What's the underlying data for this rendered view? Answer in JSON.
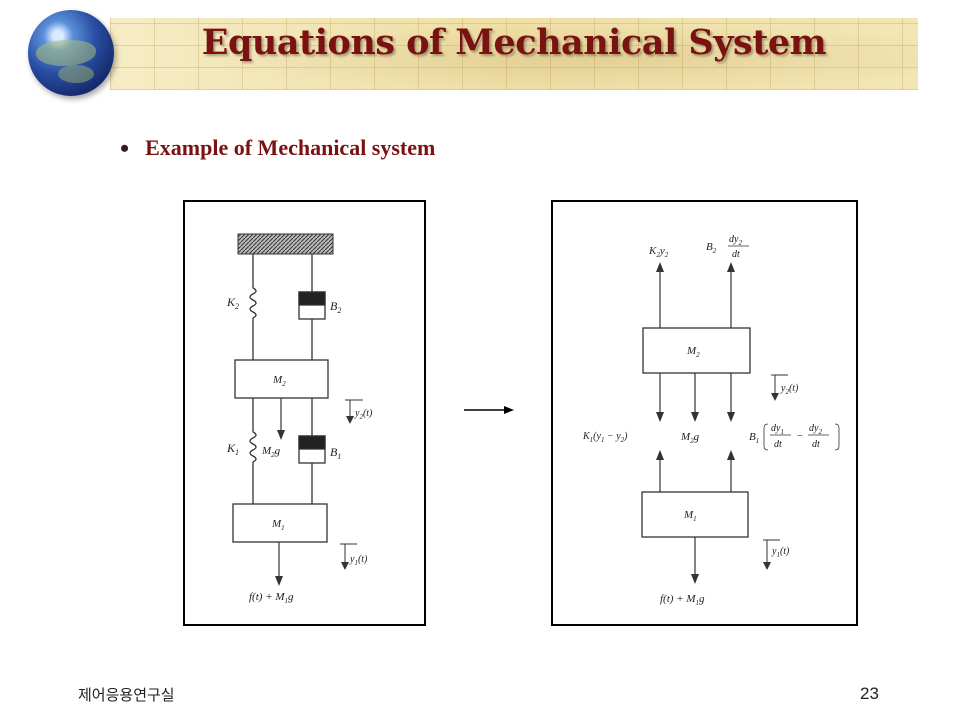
{
  "slide": {
    "title": "Equations of Mechanical System",
    "bullet": "Example of  Mechanical system",
    "footer_left": "제어응용연구실",
    "page_number": "23"
  },
  "left_diagram": {
    "spring_top": "K",
    "spring_top_sub": "2",
    "damper_top": "B",
    "damper_top_sub": "2",
    "mass_top": "M",
    "mass_top_sub": "2",
    "disp_top": "y",
    "disp_top_sub": "2",
    "disp_top_arg": "(t)",
    "spring_bottom": "K",
    "spring_bottom_sub": "1",
    "weight_m2": "M",
    "weight_m2_sub": "2",
    "weight_m2_g": "g",
    "damper_bottom": "B",
    "damper_bottom_sub": "1",
    "mass_bottom": "M",
    "mass_bottom_sub": "1",
    "disp_bottom": "y",
    "disp_bottom_sub": "1",
    "disp_bottom_arg": "(t)",
    "force": "f(t) + M",
    "force_sub": "1",
    "force_g": "g"
  },
  "right_diagram": {
    "spring_force": "K",
    "spring_force_sub": "2",
    "spring_force_y": "y",
    "spring_force_y_sub": "2",
    "damper_force": "B",
    "damper_force_sub": "2",
    "damper_frac_num": "dy",
    "damper_frac_num_sub": "2",
    "damper_frac_den": "dt",
    "mass_top": "M",
    "mass_top_sub": "2",
    "disp_top": "y",
    "disp_top_sub": "2",
    "disp_top_arg": "(t)",
    "k1_term": "K",
    "k1_sub": "1",
    "k1_paren": "(y",
    "k1_y1_sub": "1",
    "k1_minus": " − y",
    "k1_y2_sub": "2",
    "k1_close": ")",
    "weight": "M",
    "weight_sub": "2",
    "weight_g": "g",
    "b1_term": "B",
    "b1_sub": "1",
    "b1_num1": "dy",
    "b1_num1_sub": "1",
    "b1_den1": "dt",
    "b1_minus": "−",
    "b1_num2": "dy",
    "b1_num2_sub": "2",
    "b1_den2": "dt",
    "mass_bottom": "M",
    "mass_bottom_sub": "1",
    "disp_bottom": "y",
    "disp_bottom_sub": "1",
    "disp_bottom_arg": "(t)",
    "force": "f(t) + M",
    "force_sub": "1",
    "force_g": "g"
  }
}
